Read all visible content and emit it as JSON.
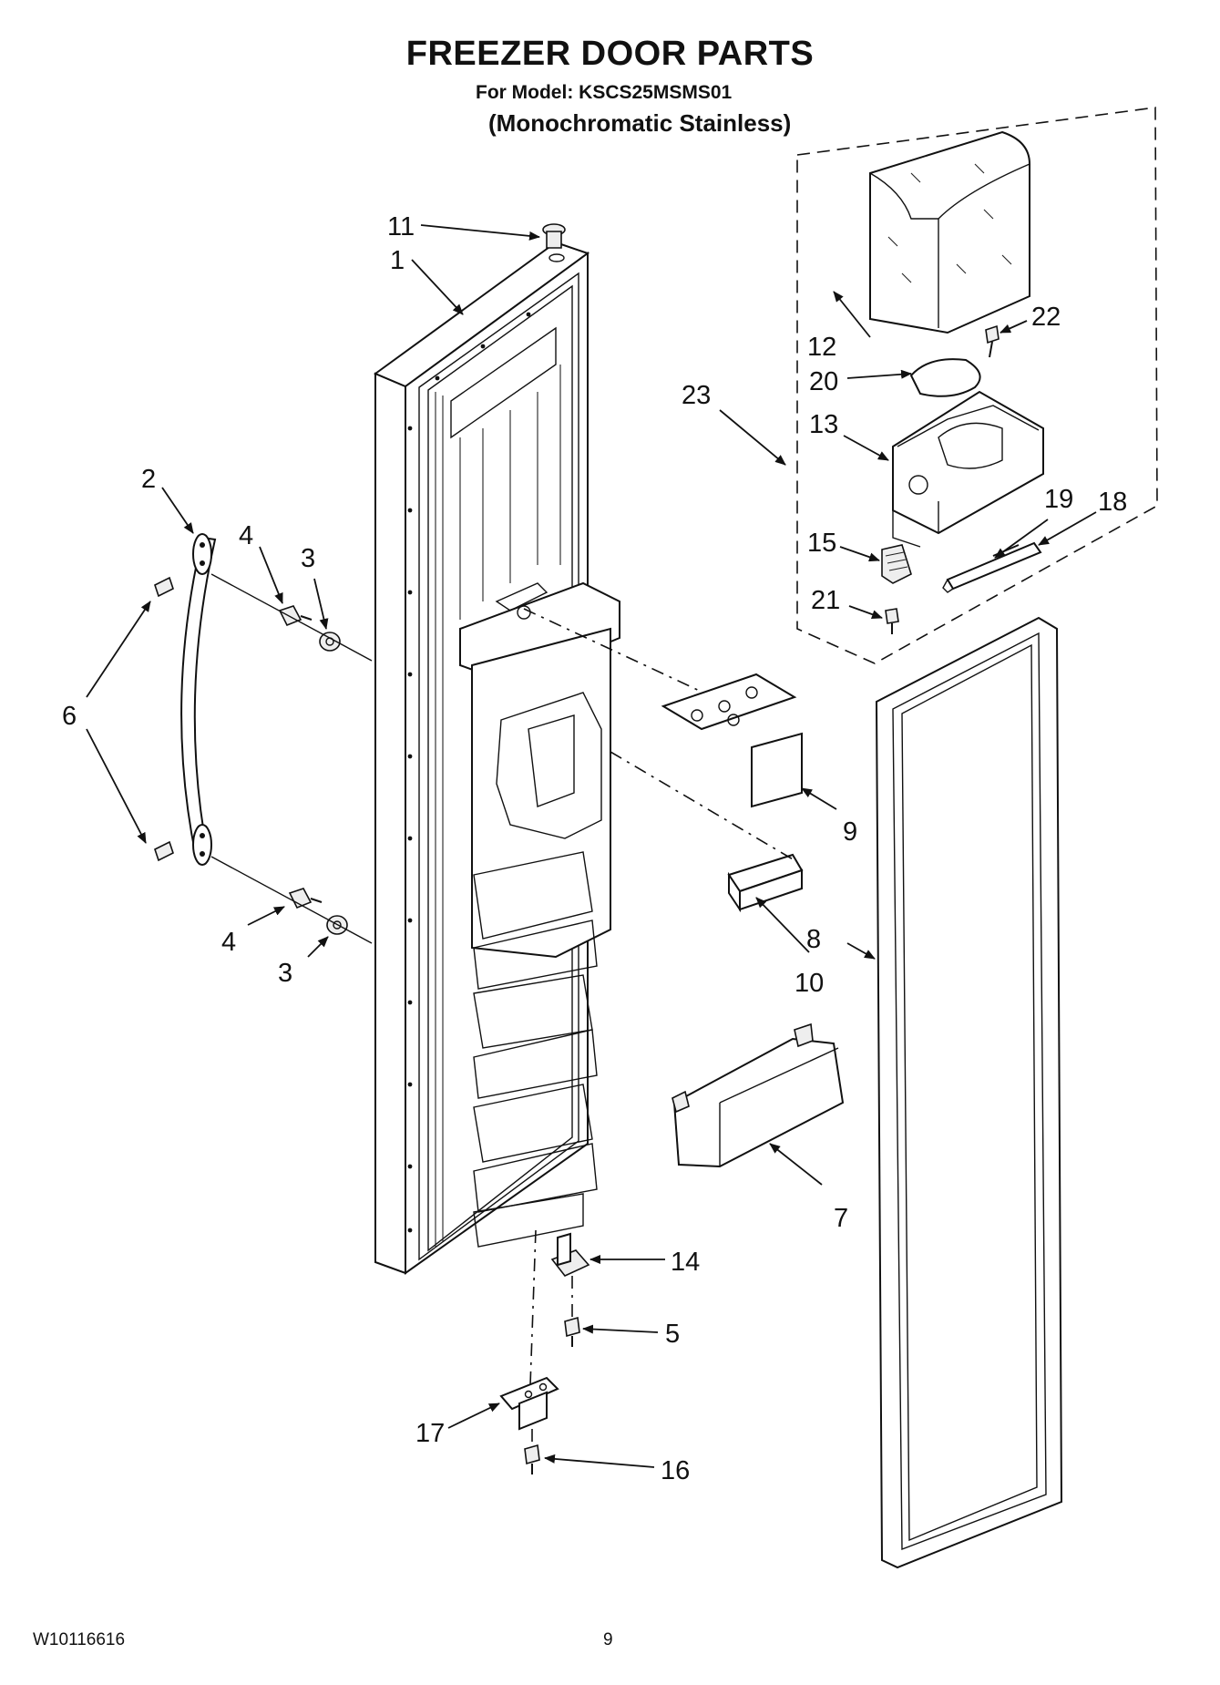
{
  "header": {
    "title": "FREEZER DOOR PARTS",
    "model": "For Model: KSCS25MSMS01",
    "variant": "(Monochromatic Stainless)"
  },
  "callouts": {
    "c1": "1",
    "c2": "2",
    "c3a": "3",
    "c3b": "3",
    "c4a": "4",
    "c4b": "4",
    "c5": "5",
    "c6": "6",
    "c7": "7",
    "c8": "8",
    "c9": "9",
    "c10": "10",
    "c11": "11",
    "c12": "12",
    "c13": "13",
    "c14": "14",
    "c15": "15",
    "c16": "16",
    "c17": "17",
    "c18": "18",
    "c19": "19",
    "c20": "20",
    "c21": "21",
    "c22": "22",
    "c23": "23"
  },
  "footer": {
    "doc_number": "W10116616",
    "page": "9"
  }
}
